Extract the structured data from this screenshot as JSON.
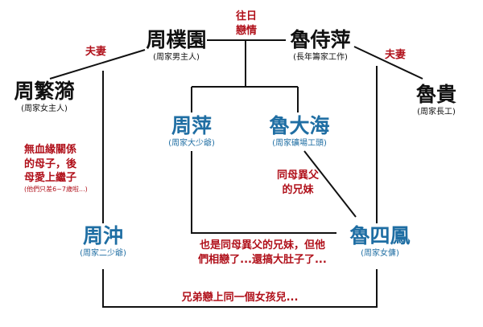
{
  "colors": {
    "line": "#111111",
    "note": "#b0101a",
    "blue": "#1f6ea3",
    "black": "#111111"
  },
  "people": {
    "zhou_puyuan": {
      "name": "周樸園",
      "role": "(周家男主人)"
    },
    "lu_shiping": {
      "name": "魯侍萍",
      "role": "(長年籌家工作)"
    },
    "zhou_fanyi": {
      "name": "周繁漪",
      "role": "(周家女主人)"
    },
    "lu_gui": {
      "name": "魯貴",
      "role": "(周家長工)"
    },
    "zhou_ping": {
      "name": "周萍",
      "role": "(周家大少爺)"
    },
    "lu_dahai": {
      "name": "魯大海",
      "role": "(周家礦場工頭)"
    },
    "zhou_chong": {
      "name": "周沖",
      "role": "(周家二少爺)"
    },
    "lu_sifeng": {
      "name": "魯四鳳",
      "role": "(周家女傭)"
    }
  },
  "notes": {
    "past_love": [
      "往日",
      "戀情"
    ],
    "couple_left": "夫妻",
    "couple_right": "夫妻",
    "no_blood": [
      "無血緣關係",
      "的母子，後",
      "母愛上繼子"
    ],
    "no_blood_small": "(他們只差6~7歲啦...)",
    "half_siblings": [
      "同母異父",
      "的兄妹"
    ],
    "also_half": [
      "也是同母異父的兄妹，但他",
      "們相戀了...還搞大肚子了..."
    ],
    "brothers": "兄弟戀上同一個女孩兒..."
  }
}
